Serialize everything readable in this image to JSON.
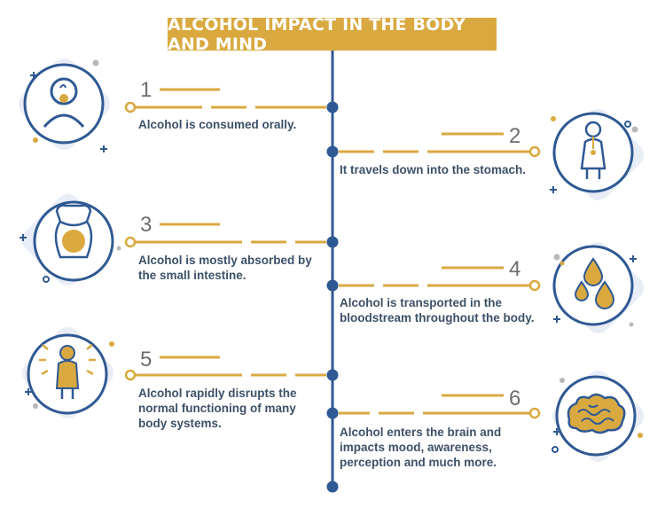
{
  "title": "ALCOHOL IMPACT IN THE BODY AND MIND",
  "colors": {
    "navy": "#2f5993",
    "gold": "#d9a940",
    "diamond": "#e8edf6",
    "gray_dot": "#b8b8b8",
    "text": "#3c5168",
    "number": "#6d6d6d"
  },
  "steps": [
    {
      "number": "1",
      "text": "Alcohol is consumed orally.",
      "icon": "mouth-icon",
      "side": "left"
    },
    {
      "number": "2",
      "text": "It travels down into the stomach.",
      "icon": "stomach-body-icon",
      "side": "right"
    },
    {
      "number": "3",
      "text": "Alcohol is mostly absorbed by the small intestine.",
      "icon": "intestine-icon",
      "side": "left"
    },
    {
      "number": "4",
      "text": "Alcohol is transported in the bloodstream throughout the body.",
      "icon": "blood-drops-icon",
      "side": "right"
    },
    {
      "number": "5",
      "text": "Alcohol rapidly disrupts the normal functioning of many body systems.",
      "icon": "body-systems-icon",
      "side": "left"
    },
    {
      "number": "6",
      "text": "Alcohol enters the brain and impacts mood, awareness, perception and much more.",
      "icon": "brain-icon",
      "side": "right"
    }
  ]
}
